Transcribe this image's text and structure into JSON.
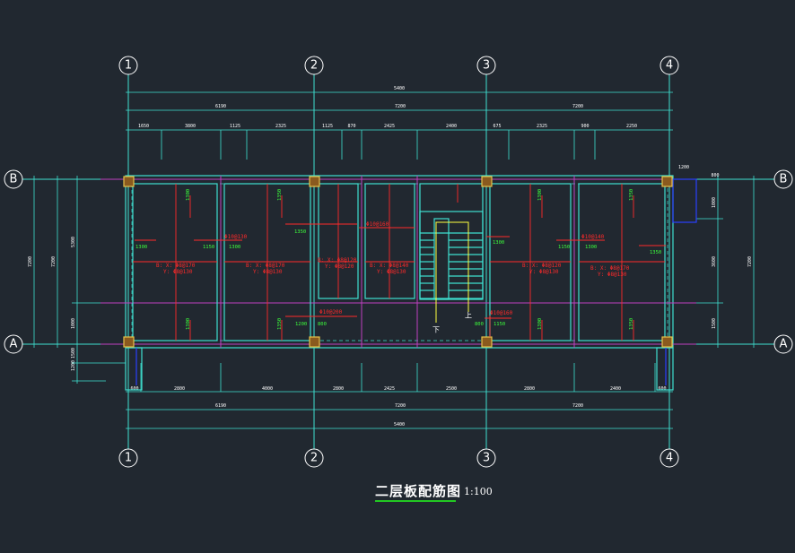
{
  "drawing": {
    "title": "二层板配筋图",
    "scale": "1:100"
  },
  "axes_x": [
    "1",
    "2",
    "3",
    "4"
  ],
  "axes_y": [
    "B",
    "A"
  ],
  "dims_top": {
    "total": "5400",
    "spans": [
      "6190",
      "7200",
      "7200"
    ],
    "segments": [
      "1650",
      "3800",
      "1125",
      "2325",
      "1125",
      "870",
      "2425",
      "2400",
      "675",
      "2325",
      "900",
      "2250"
    ]
  },
  "dims_bottom": {
    "total": "5400",
    "spans": [
      "6190",
      "7200",
      "7200"
    ],
    "segments": [
      "600",
      "2800",
      "4000",
      "2800",
      "2425",
      "2500",
      "2800",
      "2400",
      "600"
    ]
  },
  "dims_left": [
    "7200",
    "7200",
    "5300",
    "1000",
    "1500",
    "1200"
  ],
  "dims_right": [
    "1200",
    "800",
    "1000",
    "3600",
    "1500",
    "7200"
  ],
  "slab_labels": [
    {
      "b": "B: X: Φ8@170",
      "t": "Y: Φ8@130"
    },
    {
      "b": "B: X: Φ8@170",
      "t": "Y: Φ8@130"
    },
    {
      "b": "B: X: Φ8@120",
      "t": "Y: Φ8@120"
    },
    {
      "b": "B: X: Φ8@140",
      "t": "Y: Φ8@130"
    },
    {
      "b": "B: X: Φ8@120",
      "t": "Y: Φ8@130"
    },
    {
      "b": "B: X: Φ8@170",
      "t": "Y: Φ8@130"
    }
  ],
  "top_bars": [
    "Φ10@130",
    "Φ10@160",
    "Φ10@140",
    "Φ10@200",
    "Φ10@160"
  ],
  "bar_lengths": [
    "1300",
    "1150",
    "1300",
    "1350",
    "1300",
    "1150",
    "1300",
    "1350",
    "1200",
    "800",
    "800",
    "1150"
  ],
  "stair_labels": {
    "down": "下",
    "up": "上"
  }
}
